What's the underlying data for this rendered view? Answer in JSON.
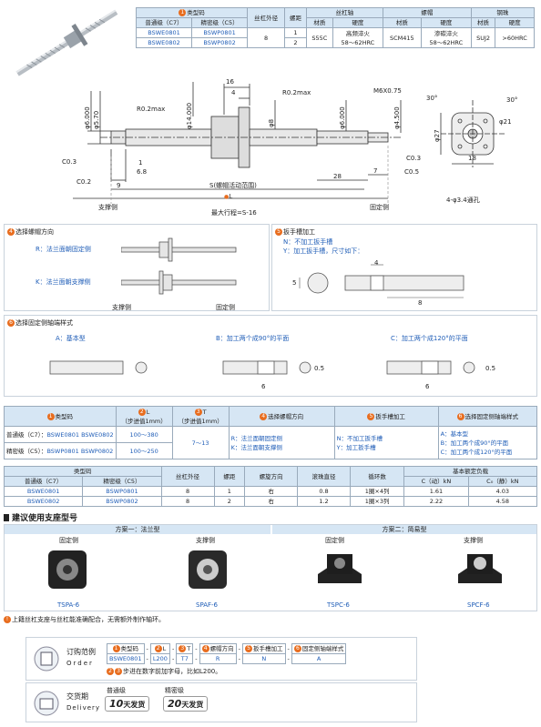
{
  "top_table": {
    "col_type": "类型码",
    "col_normal": "普通级（C7）",
    "col_precise": "精密级（C5）",
    "col_dia": "丝杠外径",
    "col_lead": "螺距",
    "col_screw": "丝杠轴",
    "col_nut": "螺帽",
    "col_ball": "钢珠",
    "col_mat": "材质",
    "col_hard": "硬度",
    "rows": [
      {
        "normal": "BSWE0801",
        "precise": "BSWP0801",
        "lead": "1"
      },
      {
        "normal": "BSWE0802",
        "precise": "BSWP0802",
        "lead": "2"
      }
    ],
    "dia": "8",
    "screw_mat": "S55C",
    "screw_hard": "高频淬火\n58～62HRC",
    "nut_mat": "SCM415",
    "nut_hard": "渗碳淬火\n58～62HRC",
    "ball_mat": "SUJ2",
    "ball_hard": ">60HRC"
  },
  "drawing": {
    "dim_16": "16",
    "dim_4": "4",
    "r_left": "R0.2max",
    "r_mid": "R0.2max",
    "m6": "M6X0.75",
    "d6_left": "φ6.000",
    "d57": "φ5.70",
    "d14": "φ14.000",
    "d8": "φ8",
    "d6_right": "φ6.000",
    "d45": "φ4.500",
    "c03a": "C0.3",
    "c03b": "C0.3",
    "c05": "C0.5",
    "c02": "C0.2",
    "len_1": "1",
    "len_68": "6.8",
    "len_9": "9",
    "len_28": "28",
    "len_7": "7",
    "s_range": "S(螺帽活动范围)",
    "L": "L",
    "support_side": "支撑侧",
    "fixed_side": "固定侧",
    "max_travel": "最大行程=S-16",
    "a30l": "30°",
    "a30r": "30°",
    "d21": "φ21",
    "d27": "φ27",
    "d18": "18",
    "holes": "4-φ3.4通孔"
  },
  "direction": {
    "title": "选择螺帽方向",
    "r_label": "R：法兰面朝固定侧",
    "k_label": "K：法兰面朝支撑侧",
    "support": "支撑侧",
    "fixed": "固定侧"
  },
  "wrench": {
    "title": "扳手槽加工",
    "n_label": "N：不加工扳手槽",
    "y_label": "Y：加工扳手槽，尺寸如下：",
    "dim_4": "4",
    "dim_5": "5",
    "dim_8": "8"
  },
  "shaft_end": {
    "title": "选择固定侧轴端样式",
    "a_label": "A：基本型",
    "b_label": "B：加工两个成90°的平面",
    "c_label": "C：加工两个成120°的平面",
    "d6": "6",
    "d05": "0.5",
    "d6b": "6",
    "d05b": "0.5"
  },
  "code_table": {
    "h_type": "类型码",
    "h_L": "L",
    "h_L_sub": "（步进值1mm）",
    "h_T": "T",
    "h_T_sub": "（步进值1mm）",
    "h_dir": "选择螺帽方向",
    "h_wrench": "扳手槽加工",
    "h_end": "选择固定侧轴端样式",
    "row1_grade": "普通级（C7）：",
    "row1_a": "BSWE0801",
    "row1_b": "BSWE0802",
    "row1_L": "100～380",
    "row2_grade": "精密级（C5）：",
    "row2_a": "BSWP0801",
    "row2_b": "BSWP0802",
    "row2_L": "100～250",
    "T": "7～13",
    "dir_r": "R：法兰面朝固定侧",
    "dir_k": "K：法兰面朝支撑侧",
    "wr_n": "N：不加工扳手槽",
    "wr_y": "Y：加工扳手槽",
    "end_a": "A：基本型",
    "end_b": "B：加工两个成90°的平面",
    "end_c": "C：加工两个成120°的平面"
  },
  "spec_table": {
    "h_type": "类型码",
    "h_normal": "普通级（C7）",
    "h_precise": "精密级（C5）",
    "h_dia": "丝杠外径",
    "h_lead": "螺距",
    "h_dir": "螺旋方向",
    "h_ball": "滚珠直径",
    "h_circ": "循环数",
    "h_load": "基本额定负载",
    "h_c": "C（动）kN",
    "h_c0": "C₀（静）kN",
    "rows": [
      {
        "normal": "BSWE0801",
        "precise": "BSWP0801",
        "dia": "8",
        "lead": "1",
        "dir": "右",
        "ball": "0.8",
        "circ": "1圈×4列",
        "c": "1.61",
        "c0": "4.03"
      },
      {
        "normal": "BSWE0802",
        "precise": "BSWP0802",
        "dia": "8",
        "lead": "2",
        "dir": "右",
        "ball": "1.2",
        "circ": "1圈×3列",
        "c": "2.22",
        "c0": "4.58"
      }
    ]
  },
  "support": {
    "title": "建议使用支座型号",
    "plan1": "方案一：法兰型",
    "plan2": "方案二：简易型",
    "fixed": "固定侧",
    "supp": "支撑侧",
    "fixed2": "固定侧",
    "supp2": "支撑侧",
    "m1": "TSPA-6",
    "m2": "SPAF-6",
    "m3": "TSPC-6",
    "m4": "SPCF-6",
    "note": "上籍丝杠支座与丝杠能准确配合，无需额外制作轴环。"
  },
  "order": {
    "title_cn": "订购范例",
    "title_en": "Order",
    "h1": "类型码",
    "h2": "L",
    "h3": "T",
    "h4": "螺帽方向",
    "h5": "扳手槽加工",
    "h6": "固定侧轴端样式",
    "v1": "BSWE0801",
    "v2": "L200",
    "v3": "T7",
    "v4": "R",
    "v5": "N",
    "v6": "A",
    "note": "步进在数字前加字母，比如L200。"
  },
  "delivery": {
    "title_cn": "交货期",
    "title_en": "Delivery",
    "normal": "普通级",
    "precise": "精密级",
    "d1": "10",
    "d2": "20",
    "unit": "天发货"
  }
}
